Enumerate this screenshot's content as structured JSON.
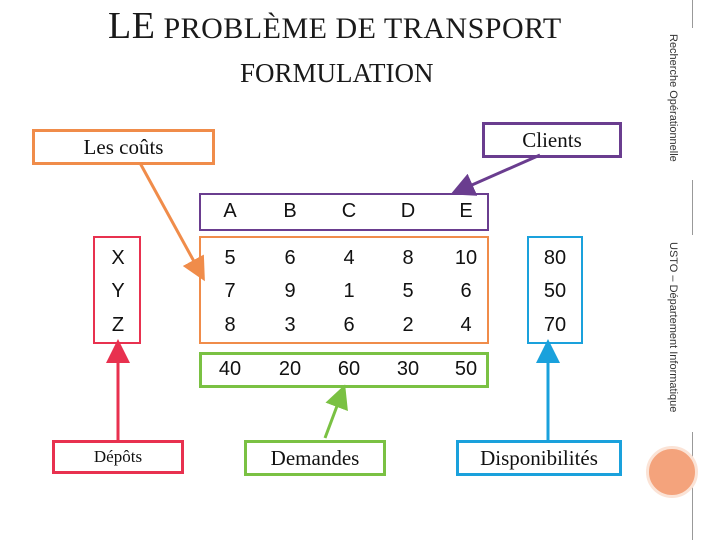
{
  "slide": {
    "title_first": "LE",
    "title_rest": "PROBLÈME DE TRANSPORT",
    "subtitle": "FORMULATION",
    "side_top": "Recherche Opérationnelle",
    "side_bottom": "USTO – Département Informatique"
  },
  "labels": {
    "costs": "Les coûts",
    "clients": "Clients",
    "depots": "Dépôts",
    "demandes": "Demandes",
    "disponibilites": "Disponibilités"
  },
  "table": {
    "columns": [
      "A",
      "B",
      "C",
      "D",
      "E"
    ],
    "rows": [
      {
        "name": "X",
        "costs": [
          "5",
          "6",
          "4",
          "8",
          "10"
        ],
        "supply": "80"
      },
      {
        "name": "Y",
        "costs": [
          "7",
          "9",
          "1",
          "5",
          "6"
        ],
        "supply": "50"
      },
      {
        "name": "Z",
        "costs": [
          "8",
          "3",
          "6",
          "2",
          "4"
        ],
        "supply": "70"
      }
    ],
    "demand": [
      "40",
      "20",
      "60",
      "30",
      "50"
    ]
  },
  "colors": {
    "costs": "#f08c4a",
    "clients": "#6a3d8f",
    "depots": "#e8314f",
    "demandes": "#7ac143",
    "disponibilites": "#1aa1dc",
    "accent": "#f4a37c"
  }
}
